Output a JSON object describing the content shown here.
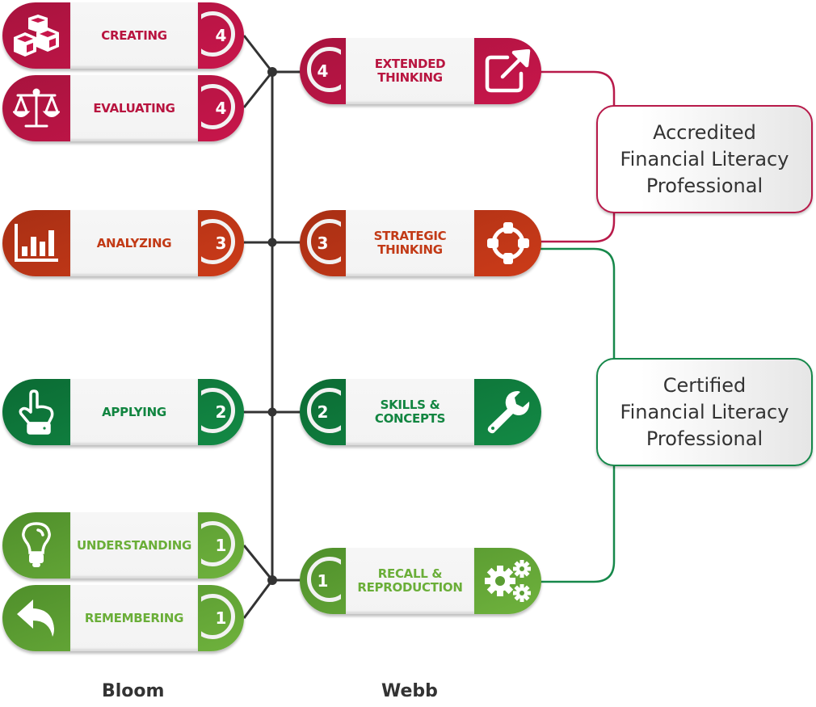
{
  "colors": {
    "red": "#c8164b",
    "orange": "#cc3b19",
    "green": "#138a45",
    "lime": "#6fb23d",
    "connector": "#333333"
  },
  "bloom": {
    "column_label": "Bloom",
    "items": [
      {
        "label": "CREATING",
        "level": "4",
        "icon": "cubes-icon",
        "color": "red"
      },
      {
        "label": "EVALUATING",
        "level": "4",
        "icon": "scales-icon",
        "color": "red"
      },
      {
        "label": "ANALYZING",
        "level": "3",
        "icon": "bar-chart-icon",
        "color": "orange"
      },
      {
        "label": "APPLYING",
        "level": "2",
        "icon": "pointing-hand-icon",
        "color": "green"
      },
      {
        "label": "UNDERSTANDING",
        "level": "1",
        "icon": "lightbulb-icon",
        "color": "lime"
      },
      {
        "label": "REMEMBERING",
        "level": "1",
        "icon": "reply-arrow-icon",
        "color": "lime"
      }
    ]
  },
  "webb": {
    "column_label": "Webb",
    "items": [
      {
        "label": "EXTENDED\nTHINKING",
        "level": "4",
        "icon": "external-link-icon",
        "color": "red"
      },
      {
        "label": "STRATEGIC\nTHINKING",
        "level": "3",
        "icon": "crosshair-icon",
        "color": "orange"
      },
      {
        "label": "SKILLS &\nCONCEPTS",
        "level": "2",
        "icon": "wrench-icon",
        "color": "green"
      },
      {
        "label": "RECALL &\nREPRODUCTION",
        "level": "1",
        "icon": "gears-icon",
        "color": "lime"
      }
    ]
  },
  "certifications": [
    {
      "text": "Accredited\nFinancial Literacy\nProfessional",
      "border_color": "#b81a4a",
      "covers_levels": [
        "4",
        "3"
      ]
    },
    {
      "text": "Certified\nFinancial Literacy\nProfessional",
      "border_color": "#16884a",
      "covers_levels": [
        "3",
        "2",
        "1"
      ]
    }
  ]
}
